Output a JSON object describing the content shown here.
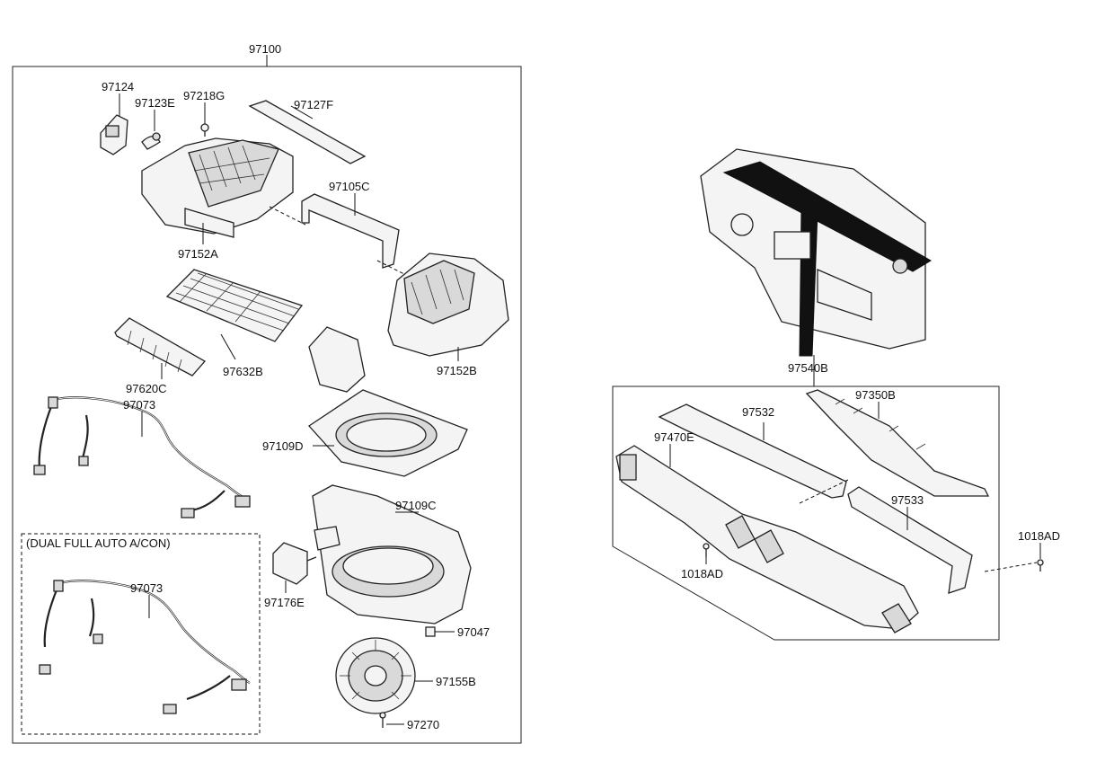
{
  "left_group": {
    "assembly_label": "97100",
    "labels": {
      "p97124": "97124",
      "p97123E": "97123E",
      "p97218G": "97218G",
      "p97127F": "97127F",
      "p97105C": "97105C",
      "p97152A": "97152A",
      "p97152B": "97152B",
      "p97632B": "97632B",
      "p97620C": "97620C",
      "p97073a": "97073",
      "p97109D": "97109D",
      "p97109C": "97109C",
      "p97176E": "97176E",
      "p97047": "97047",
      "p97155B": "97155B",
      "p97270": "97270"
    },
    "option_box": {
      "title": "(DUAL FULL AUTO A/CON)",
      "label": "97073"
    }
  },
  "right_group": {
    "assembly_label": "97540B",
    "labels": {
      "p97350B": "97350B",
      "p97532": "97532",
      "p97470E": "97470E",
      "p97533": "97533",
      "p1018AD_in": "1018AD",
      "p1018AD_out": "1018AD"
    }
  }
}
